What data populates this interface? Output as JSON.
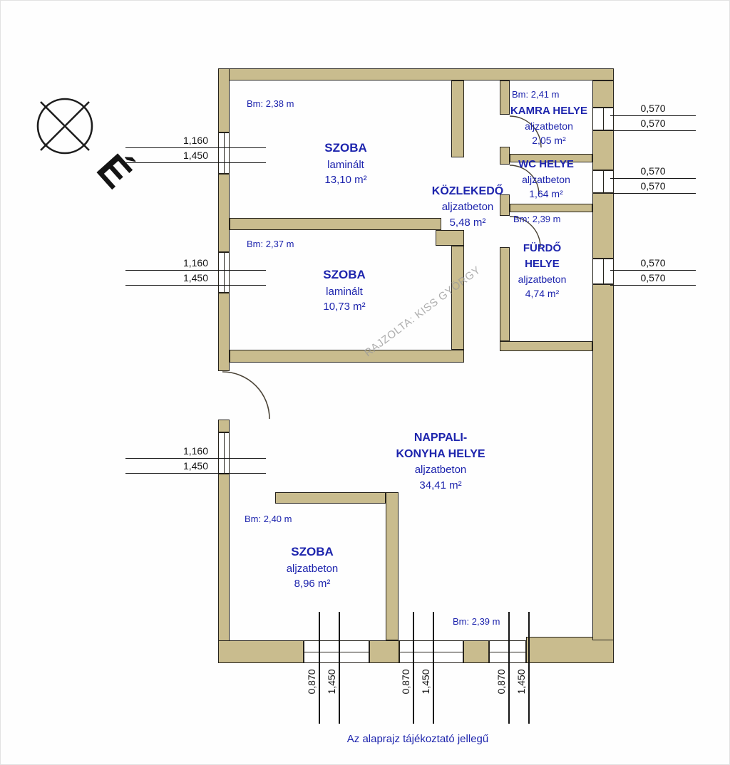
{
  "note": "Az alaprajz tájékoztató jellegű",
  "watermark": "RAJZOLTA: KISS GYÖRGY",
  "compass": {
    "north_letter": "É"
  },
  "rooms": [
    {
      "ceiling": "Bm: 2,38 m",
      "name": "SZOBA",
      "floor": "laminált",
      "area": "13,10 m²"
    },
    {
      "ceiling": "Bm: 2,41 m",
      "name": "KAMRA HELYE",
      "floor": "aljzatbeton",
      "area": "2,05 m²"
    },
    {
      "name": "WC HELYE",
      "floor": "aljzatbeton",
      "area": "1,64 m²"
    },
    {
      "name": "KÖZLEKEDŐ",
      "floor": "aljzatbeton",
      "area": "5,48 m²"
    },
    {
      "ceiling": "Bm: 2,39 m",
      "name": "FÜRDŐ\nHELYE",
      "floor": "aljzatbeton",
      "area": "4,74 m²"
    },
    {
      "ceiling": "Bm: 2,37 m",
      "name": "SZOBA",
      "floor": "laminált",
      "area": "10,73 m²"
    },
    {
      "ceiling": "Bm: 2,39 m",
      "name": "NAPPALI-\nKONYHA HELYE",
      "floor": "aljzatbeton",
      "area": "34,41 m²"
    },
    {
      "ceiling": "Bm: 2,40 m",
      "name": "SZOBA",
      "floor": "aljzatbeton",
      "area": "8,96 m²"
    }
  ],
  "dims": {
    "left": [
      {
        "a": "1,160",
        "b": "1,450"
      },
      {
        "a": "1,160",
        "b": "1,450"
      },
      {
        "a": "1,160",
        "b": "1,450"
      }
    ],
    "right": [
      {
        "a": "0,570",
        "b": "0,570"
      },
      {
        "a": "0,570",
        "b": "0,570"
      },
      {
        "a": "0,570",
        "b": "0,570"
      }
    ],
    "bottom": [
      {
        "a": "0,870",
        "b": "1,450"
      },
      {
        "a": "0,870",
        "b": "1,450"
      },
      {
        "a": "0,870",
        "b": "1,450"
      }
    ]
  },
  "colors": {
    "wall_fill": "#c9bc8e",
    "room_text": "#1d24ad",
    "line": "#141414",
    "watermark": "#9b9b9b"
  }
}
